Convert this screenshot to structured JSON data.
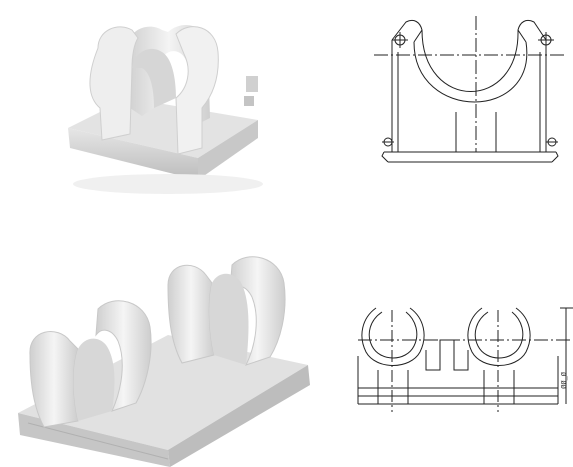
{
  "figures": {
    "single_clip_render": {
      "icon": "single-pipe-clip-render"
    },
    "single_clip_drawing": {
      "icon": "single-pipe-clip-drawing"
    },
    "double_clip_render": {
      "icon": "double-pipe-clip-render"
    },
    "double_clip_drawing": {
      "icon": "double-pipe-clip-drawing"
    }
  },
  "colors": {
    "background": "#ffffff",
    "plastic_light": "#f2f2f2",
    "plastic_mid": "#dcdcdc",
    "plastic_shadow": "#bdbdbd",
    "line": "#222222"
  },
  "dimension_label": "ØØ_Ø"
}
